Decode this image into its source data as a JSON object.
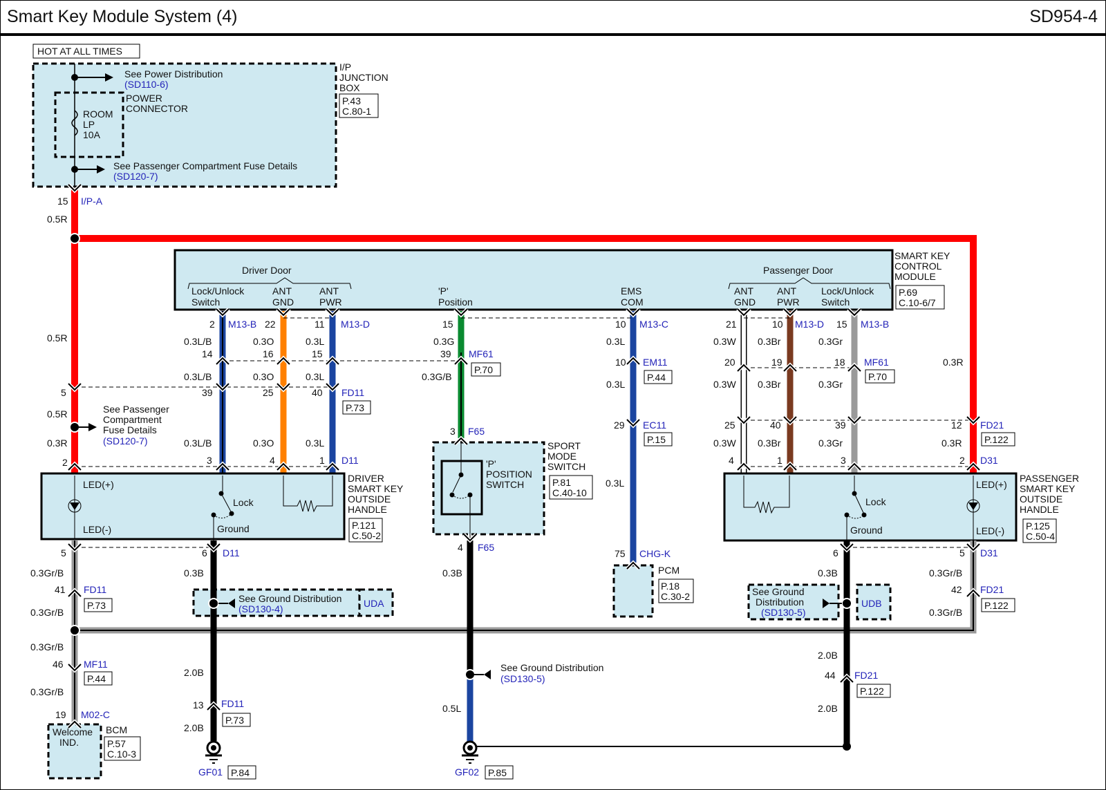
{
  "header": {
    "title": "Smart Key Module System (4)",
    "code": "SD954-4"
  },
  "hot_label": "HOT AT ALL TIMES",
  "junction_box": {
    "name": [
      "I/P",
      "JUNCTION",
      "BOX"
    ],
    "ref": [
      "P.43",
      "C.80-1"
    ],
    "power_dist": {
      "text": "See Power Distribution",
      "link": "(SD110-6)"
    },
    "power_connector": [
      "POWER",
      "CONNECTOR"
    ],
    "fuse": [
      "ROOM",
      "LP",
      "10A"
    ],
    "fuse_details": {
      "text": "See Passenger Compartment Fuse Details",
      "link": "(SD120-7)"
    },
    "pin": "15",
    "connector": "I/P-A"
  },
  "module": {
    "name": [
      "SMART KEY",
      "CONTROL",
      "MODULE"
    ],
    "ref": [
      "P.69",
      "C.10-6/7"
    ],
    "driver_group": "Driver Door",
    "passenger_group": "Passenger Door",
    "pins": {
      "d_lock": [
        "Lock/Unlock",
        "Switch"
      ],
      "d_gnd": [
        "ANT",
        "GND"
      ],
      "d_pwr": [
        "ANT",
        "PWR"
      ],
      "p_pos": [
        "'P'",
        "Position"
      ],
      "ems": [
        "EMS",
        "COM"
      ],
      "p_gnd": [
        "ANT",
        "GND"
      ],
      "p_pwr": [
        "ANT",
        "PWR"
      ],
      "p_lock": [
        "Lock/Unlock",
        "Switch"
      ]
    }
  },
  "wires": {
    "w05R": "0.5R",
    "w03R": "0.3R",
    "w03LB": "0.3L/B",
    "w03O": "0.3O",
    "w03L": "0.3L",
    "w03G": "0.3G",
    "w03GB": "0.3G/B",
    "w03W": "0.3W",
    "w03Br": "0.3Br",
    "w03Gr": "0.3Gr",
    "w03GrB": "0.3Gr/B",
    "w03B": "0.3B",
    "w20B": "2.0B",
    "w05L": "0.5L"
  },
  "connectors": {
    "M13B": "M13-B",
    "M13D": "M13-D",
    "M13C": "M13-C",
    "MF61": "MF61",
    "FD11": "FD11",
    "D11": "D11",
    "EM11": "EM11",
    "EC11": "EC11",
    "F65": "F65",
    "CHGK": "CHG-K",
    "FD21": "FD21",
    "D31": "D31",
    "MF11": "MF11",
    "M02C": "M02-C",
    "GF01": "GF01",
    "GF02": "GF02"
  },
  "refs": {
    "P70": "P.70",
    "P73": "P.73",
    "P44": "P.44",
    "P15": "P.15",
    "P122": "P.122",
    "P84": "P.84",
    "P85": "P.85"
  },
  "pins": {
    "p2": "2",
    "p22": "22",
    "p11": "11",
    "p15": "15",
    "p10": "10",
    "p21": "21",
    "p14": "14",
    "p16": "16",
    "p39": "39",
    "p20": "20",
    "p19": "19",
    "p18": "18",
    "p5": "5",
    "p25": "25",
    "p40": "40",
    "p29": "29",
    "p12": "12",
    "p3": "3",
    "p4": "4",
    "p1": "1",
    "p6": "6",
    "p41": "41",
    "p42": "42",
    "p46": "46",
    "p13": "13",
    "p44": "44",
    "p75": "75"
  },
  "fuse_details2": {
    "text": [
      "See Passenger",
      "Compartment",
      "Fuse Details"
    ],
    "link": "(SD120-7)"
  },
  "driver_handle": {
    "name": [
      "DRIVER",
      "SMART KEY",
      "OUTSIDE",
      "HANDLE"
    ],
    "ref": [
      "P.121",
      "C.50-2"
    ],
    "led_plus": "LED(+)",
    "led_minus": "LED(-)",
    "lock": "Lock",
    "ground": "Ground"
  },
  "passenger_handle": {
    "name": [
      "PASSENGER",
      "SMART KEY",
      "OUTSIDE",
      "HANDLE"
    ],
    "ref": [
      "P.125",
      "C.50-4"
    ],
    "led_plus": "LED(+)",
    "led_minus": "LED(-)",
    "lock": "Lock",
    "ground": "Ground"
  },
  "sport_switch": {
    "name": [
      "SPORT",
      "MODE",
      "SWITCH"
    ],
    "ref": [
      "P.81",
      "C.40-10"
    ],
    "inner": [
      "'P'",
      "POSITION",
      "SWITCH"
    ]
  },
  "pcm": {
    "name": "PCM",
    "ref": [
      "P.18",
      "C.30-2"
    ]
  },
  "bcm": {
    "name": "BCM",
    "ref": [
      "P.57",
      "C.10-3"
    ],
    "inner": [
      "Welcome",
      "IND."
    ]
  },
  "ground_dist": {
    "uda": {
      "text": "See Ground Distribution",
      "link": "(SD130-4)",
      "tag": "UDA"
    },
    "udb": {
      "text": [
        "See Ground",
        "Distribution"
      ],
      "link": "(SD130-5)",
      "tag": "UDB"
    },
    "gf02": {
      "text": "See Ground Distribution",
      "link": "(SD130-5)"
    }
  },
  "colors": {
    "red": "#ff0000",
    "blue": "#1b45a0",
    "orange": "#ff8000",
    "green": "#0a8a30",
    "brown": "#7a3a20",
    "gray": "#9a9a9a",
    "black": "#000000",
    "box": "#cfe9f1",
    "link": "#2323b8"
  }
}
